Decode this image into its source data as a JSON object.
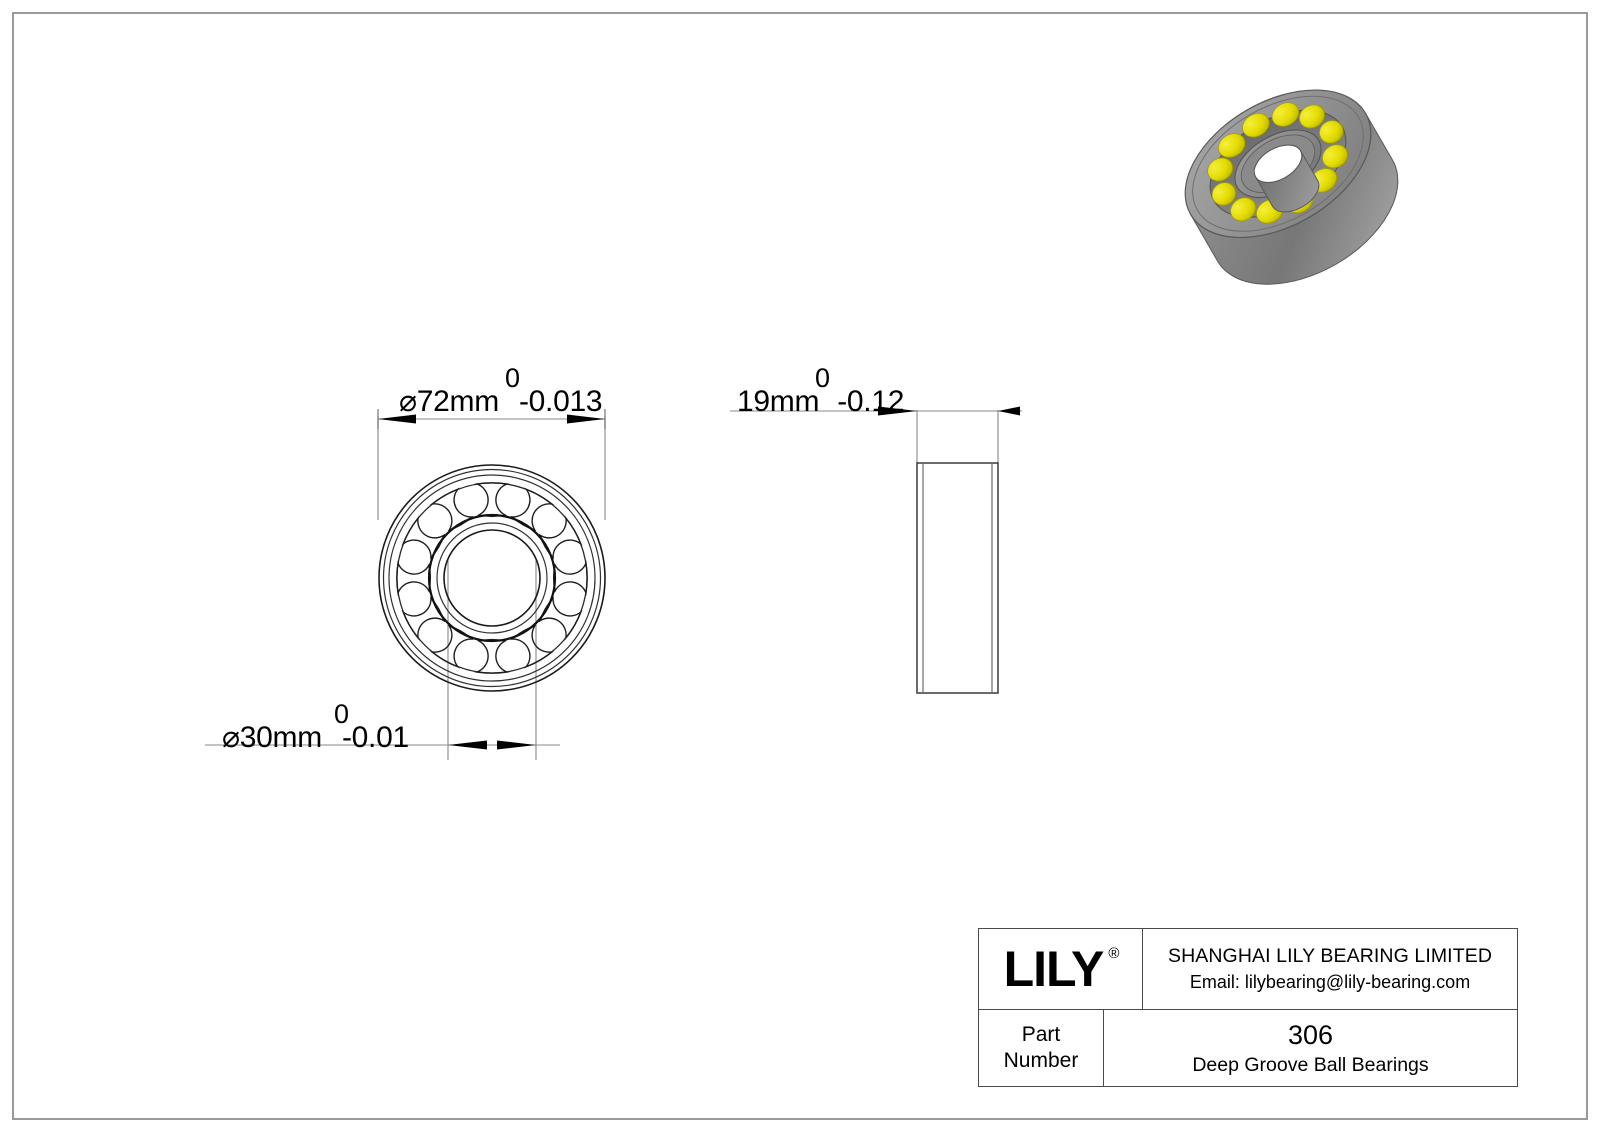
{
  "drawing": {
    "title_hint": "Bearing technical drawing",
    "dimensions": {
      "outer_diameter": {
        "symbol": "⌀",
        "value": "72mm",
        "tol_upper": "0",
        "tol_lower": "-0.013",
        "label": "⌀ 72mm  -0.013"
      },
      "bore_diameter": {
        "symbol": "⌀",
        "value": "30mm",
        "tol_upper": "0",
        "tol_lower": "-0.01",
        "label": "⌀ 30mm  -0.01"
      },
      "width": {
        "symbol": "",
        "value": "19mm",
        "tol_upper": "0",
        "tol_lower": "-0.12",
        "label": "19mm  -0.12"
      }
    },
    "views": {
      "iso_render": "3d-bearing-isometric",
      "front_view": "bearing-front-section",
      "side_view": "bearing-side-profile"
    },
    "colors": {
      "ball": "#e8e000",
      "ball_shade": "#c9c200",
      "metal_light": "#b5b5b5",
      "metal_mid": "#8f8f8f",
      "metal_dark": "#6e6e6e",
      "line": "#1a1a1a",
      "thin_line": "#8a8a8a",
      "frame": "#9a9a9a"
    }
  },
  "title_block": {
    "logo": {
      "text": "LILY",
      "registered_mark": "®"
    },
    "company": {
      "name": "SHANGHAI LILY BEARING LIMITED",
      "email": "Email: lilybearing@lily-bearing.com"
    },
    "part": {
      "label_line1": "Part",
      "label_line2": "Number",
      "number": "306",
      "description": "Deep Groove Ball Bearings"
    }
  }
}
